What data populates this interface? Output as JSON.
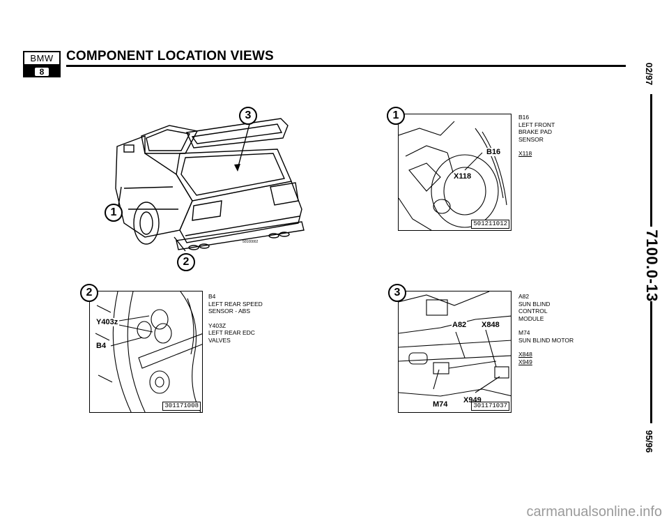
{
  "header": {
    "logo_top": "BMW",
    "logo_bottom": "8",
    "title": "COMPONENT LOCATION VIEWS"
  },
  "margin": {
    "date_top": "02/97",
    "page_number": "7100.0-13",
    "date_bottom": "95/96"
  },
  "overview": {
    "callout_1": "1",
    "callout_2": "2",
    "callout_3": "3",
    "ref": "50100002"
  },
  "fig1": {
    "callout": "1",
    "label_b16": "B16",
    "label_x118": "X118",
    "ref": "501211012",
    "legend": {
      "code1": "B16",
      "desc1a": "LEFT FRONT",
      "desc1b": "BRAKE PAD",
      "desc1c": "SENSOR",
      "code2": "X118"
    }
  },
  "fig2": {
    "callout": "2",
    "label_y403z": "Y403z",
    "label_b4": "B4",
    "ref": "301171008",
    "legend": {
      "code1": "B4",
      "desc1a": "LEFT REAR SPEED",
      "desc1b": "SENSOR - ABS",
      "code2": "Y403z",
      "desc2a": "LEFT REAR EDC",
      "desc2b": "VALVES"
    }
  },
  "fig3": {
    "callout": "3",
    "label_a82": "A82",
    "label_x848": "X848",
    "label_m74": "M74",
    "label_x949": "X949",
    "ref": "301171037",
    "legend": {
      "code1": "A82",
      "desc1a": "SUN BLIND",
      "desc1b": "CONTROL",
      "desc1c": "MODULE",
      "code2": "M74",
      "desc2a": "SUN BLIND MOTOR",
      "code3": "X848",
      "code4": "X949"
    }
  },
  "watermark": "carmanualsonline.info"
}
